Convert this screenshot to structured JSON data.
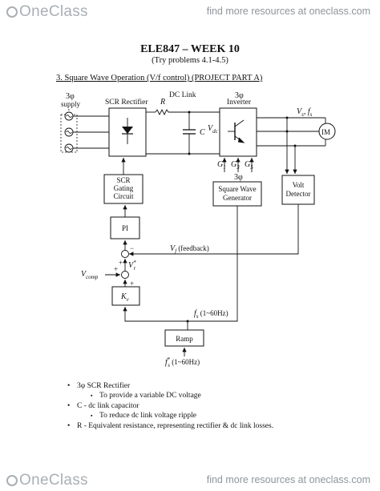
{
  "header": {
    "logo_text": "OneClass",
    "tagline": "find more resources at oneclass.com"
  },
  "footer": {
    "logo_text": "OneClass",
    "tagline": "find more resources at oneclass.com"
  },
  "document": {
    "title": "ELE847 – WEEK 10",
    "subtitle": "(Try problems 4.1-4.5)",
    "section_heading": "3. Square Wave Operation (V/f control) (PROJECT PART A)"
  },
  "diagram": {
    "supply_phase": "3φ",
    "supply_label": "supply",
    "rectifier_label": "SCR Rectifier",
    "resistor_label": "R",
    "dc_link_label": "DC Link",
    "capacitor_label": "C",
    "vdc_label": "V",
    "vdc_sub": "dc",
    "inverter_phase": "3φ",
    "inverter_label": "Inverter",
    "output_label": "V",
    "output_sub": "s",
    "output_f": ", f",
    "output_f_sub": "s",
    "motor_label": "IM",
    "gate_g1": "G",
    "gate_g1_sub": "1",
    "gate_g3": "G",
    "gate_g3_sub": "3",
    "gate_g5": "G",
    "gate_g5_sub": "5",
    "scr_gating_label": [
      "SCR",
      "Gating",
      "Circuit"
    ],
    "square_wave_phase": "3φ",
    "square_wave_label": [
      "Square Wave",
      "Generator"
    ],
    "volt_detector_label": [
      "Volt",
      "Detector"
    ],
    "pi_label": "PI",
    "feedback_label": "V",
    "feedback_sub": "f",
    "feedback_text": " (feedback)",
    "vcomp_label": "V",
    "vcomp_sub": "comp",
    "vr_label": "V",
    "vr_sub": "r",
    "vr_sup": "*",
    "plus_sign": "+",
    "minus_sign": "−",
    "kv_label": "K",
    "kv_sub": "v",
    "fs_label": "f",
    "fs_sub": "s",
    "fs_range": " (1~60Hz)",
    "ramp_label": "Ramp",
    "fs_star_label": "f",
    "fs_star_sub": "s",
    "fs_star_sup": "*",
    "fs_star_range": " (1~60Hz)"
  },
  "notes": [
    {
      "level": 1,
      "text": "3φ  SCR Rectifier"
    },
    {
      "level": 2,
      "text": "To provide a variable DC voltage"
    },
    {
      "level": 1,
      "text": "C  - dc link capacitor"
    },
    {
      "level": 2,
      "text": "To reduce dc link voltage ripple"
    },
    {
      "level": 1,
      "text": "R  - Equivalent resistance, representing rectifier & dc link losses."
    }
  ]
}
